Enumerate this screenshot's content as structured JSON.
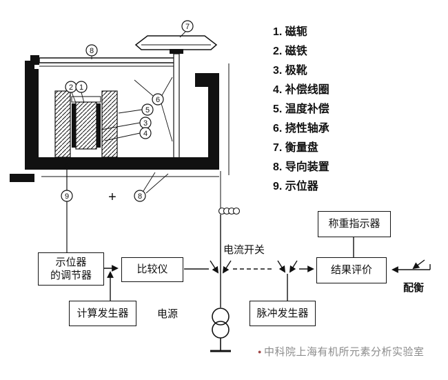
{
  "legend": {
    "items": [
      "1. 磁轭",
      "2. 磁铁",
      "3. 极靴",
      "4. 补偿线圈",
      "5. 温度补偿",
      "6. 挠性轴承",
      "7. 衡量盘",
      "8. 导向装置",
      "9. 示位器"
    ]
  },
  "callouts": {
    "n1": "1",
    "n2": "2",
    "n3": "3",
    "n4": "4",
    "n5": "5",
    "n6": "6",
    "n7": "7",
    "n8": "8",
    "n9": "9",
    "plus": "+"
  },
  "flow": {
    "regulator_line1": "示位器",
    "regulator_line2": "的调节器",
    "comparator": "比较仪",
    "calc_generator": "计算发生器",
    "power": "电源",
    "current_switch": "电流开关",
    "pulse_generator": "脉冲发生器",
    "weighing_indicator": "称重指示器",
    "result_evaluation": "结果评价",
    "counterweight": "配衡"
  },
  "watermark": {
    "bullet": "●",
    "text": "中科院上海有机所元素分析实验室"
  },
  "colors": {
    "ink": "#111111",
    "background": "#ffffff",
    "watermark_text": "#8c8c8c",
    "watermark_bullet": "#a04848"
  }
}
